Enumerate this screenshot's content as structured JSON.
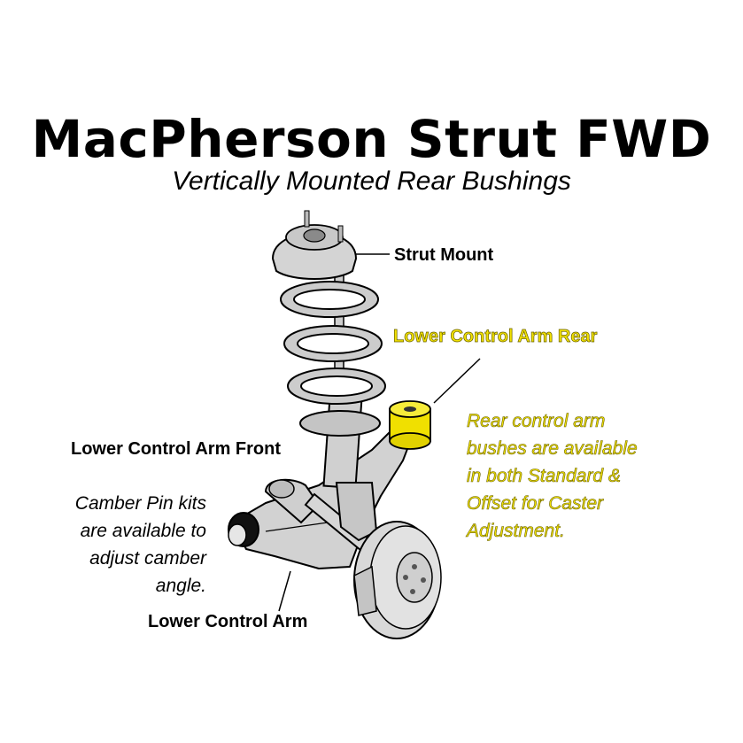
{
  "header": {
    "title": "MacPherson Strut FWD",
    "subtitle": "Vertically Mounted Rear Bushings"
  },
  "labels": {
    "strut_mount": "Strut Mount",
    "lower_control_arm_rear": "Lower Control Arm Rear",
    "lower_control_arm_front": "Lower Control Arm Front",
    "lower_control_arm": "Lower Control Arm"
  },
  "notes": {
    "camber_lines": [
      "Camber Pin kits",
      "are available to",
      "adjust camber",
      "angle."
    ],
    "rear_lines": [
      "Rear control arm",
      "bushes are available",
      "in both Standard &",
      "Offset for Caster",
      "Adjustment."
    ]
  },
  "colors": {
    "highlight_yellow": "#f0e000",
    "part_gray": "#c8c8c8",
    "outline": "#000000",
    "bushing_black": "#111111"
  }
}
